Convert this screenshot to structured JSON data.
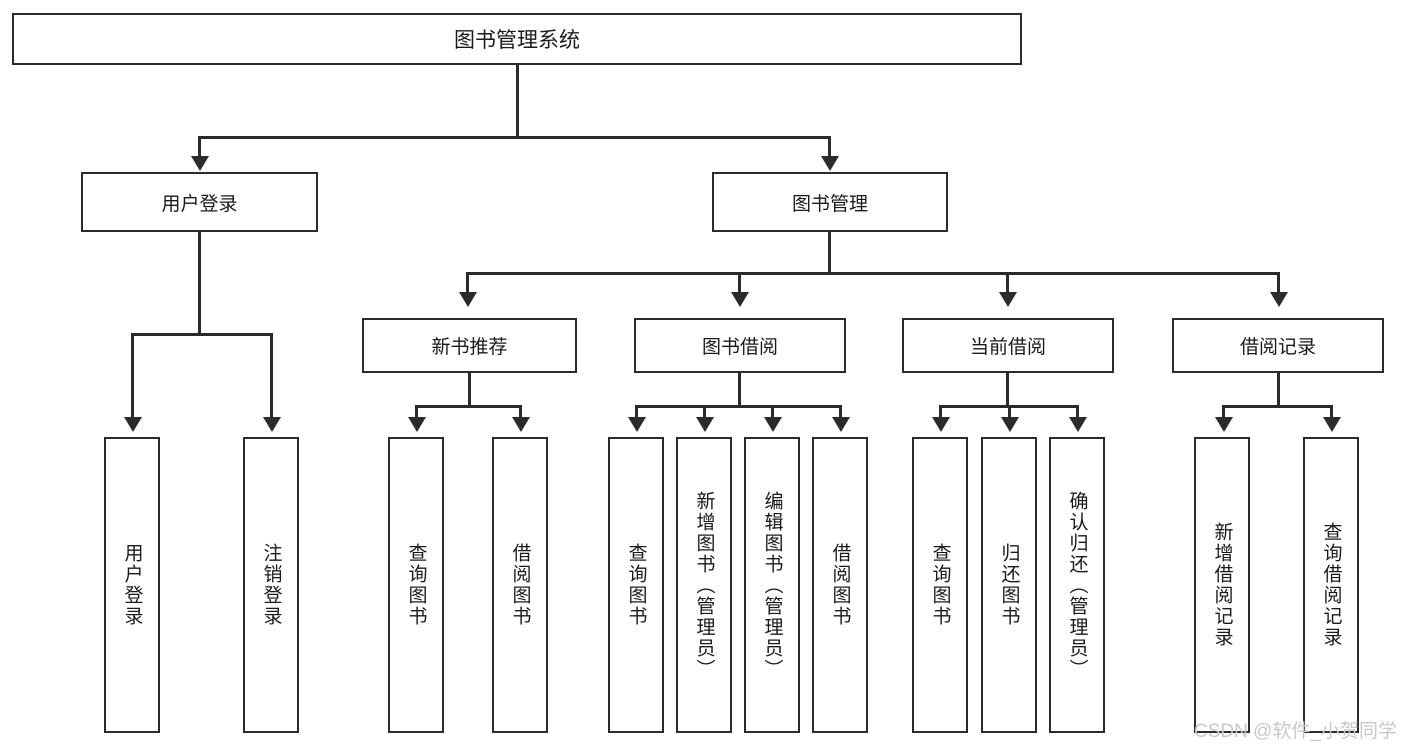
{
  "diagram": {
    "title": "图书管理系统",
    "root": {
      "label": "图书管理系统"
    },
    "level2": [
      {
        "label": "用户登录"
      },
      {
        "label": "图书管理"
      }
    ],
    "level3": [
      {
        "label": "新书推荐"
      },
      {
        "label": "图书借阅"
      },
      {
        "label": "当前借阅"
      },
      {
        "label": "借阅记录"
      }
    ],
    "leaves": {
      "user_login": [
        {
          "label": "用户登录"
        },
        {
          "label": "注销登录"
        }
      ],
      "new_book_recommend": [
        {
          "label": "查询图书"
        },
        {
          "label": "借阅图书"
        }
      ],
      "book_borrow": [
        {
          "label": "查询图书"
        },
        {
          "label": "新增图书（管理员）"
        },
        {
          "label": "编辑图书（管理员）"
        },
        {
          "label": "借阅图书"
        }
      ],
      "current_borrow": [
        {
          "label": "查询图书"
        },
        {
          "label": "归还图书"
        },
        {
          "label": "确认归还（管理员）"
        }
      ],
      "borrow_record": [
        {
          "label": "新增借阅记录"
        },
        {
          "label": "查询借阅记录"
        }
      ]
    }
  },
  "watermark": {
    "text": "CSDN @软件_小贺同学"
  },
  "colors": {
    "stroke": "#2b2b2b",
    "background": "#ffffff",
    "text": "#1a1a1a",
    "watermark": "#c9c9c9"
  }
}
